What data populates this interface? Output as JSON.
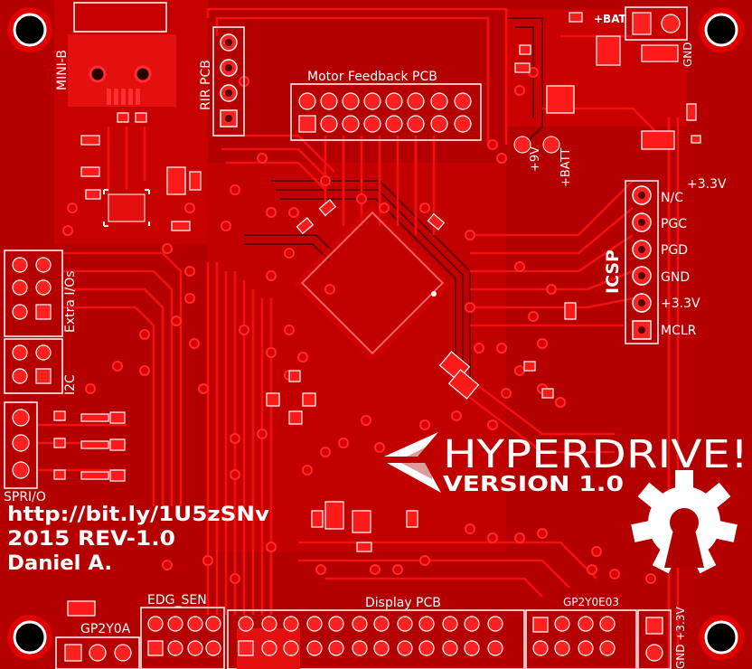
{
  "board": {
    "title": "HYPERDRIVE!",
    "version": "VERSION 1.0",
    "link": "http://bit.ly/1U5zSNv",
    "rev": "2015 REV-1.0",
    "author": "Daniel A."
  },
  "labels": {
    "mini_b": "MINI-B",
    "rir_pcb": "RIR PCB",
    "motor_feedback": "Motor Feedback PCB",
    "extra_ios": "Extra I/Os",
    "i2c": "I2C",
    "spri_o": "SPRI/O",
    "edg_sen": "EDG_SEN",
    "display_pcb": "Display PCB",
    "gp2y0a": "GP2Y0A",
    "gp2y0e03": "GP2Y0E03",
    "gnd_33v": "GND +3.3V",
    "plus_bat": "+BAT",
    "gnd_top": "GND",
    "plus_9v": "+9V",
    "plus_batt": "+BATT",
    "plus_33v_top": "+3.3V",
    "icsp": "ICSP"
  },
  "icsp_pins": [
    "N/C",
    "PGC",
    "PGD",
    "GND",
    "+3.3V",
    "MCLR"
  ],
  "colors": {
    "board": "#b00000",
    "copper": "#e00000",
    "trace": "#f01010",
    "silk": "#ffffff",
    "dark": "#5a0000",
    "mount_hole": "#000000"
  },
  "icons": [
    "open-hardware-gear-icon",
    "hyperdrive-logo-icon"
  ]
}
